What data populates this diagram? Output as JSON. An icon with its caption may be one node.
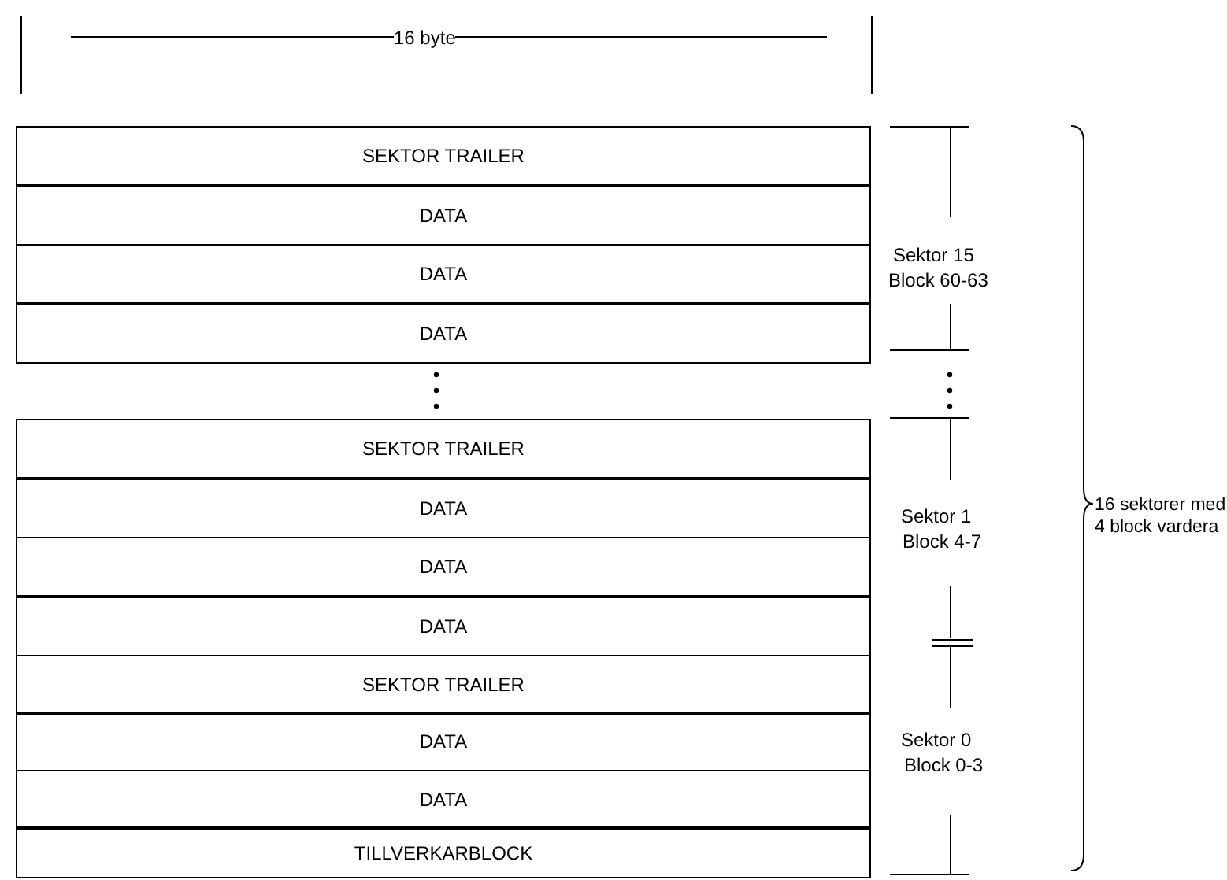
{
  "diagram": {
    "nodes": [
      {
        "text": [
          "SEKTOR TRAILER"
        ]
      },
      {
        "text": [
          "DATA"
        ]
      },
      {
        "text": [
          "DATA"
        ]
      },
      {
        "text": [
          "DATA"
        ]
      },
      {
        "text": [
          "SEKTOR TRAILER"
        ]
      },
      {
        "text": [
          "DATA"
        ]
      },
      {
        "text": [
          "DATA"
        ]
      },
      {
        "text": [
          "DATA"
        ]
      },
      {
        "text": [
          "SEKTOR TRAILER"
        ]
      },
      {
        "text": [
          "DATA"
        ]
      },
      {
        "text": [
          "DATA"
        ]
      },
      {
        "text": [
          "TILLVERKARBLOCK"
        ]
      }
    ],
    "labels": [
      "16 byte",
      "Sektor 15",
      "Block 60-63",
      "Sektor 1",
      "Block 4-7",
      "16 sektorer med 4 block vardera",
      "Sektor 0",
      "Block 0-3"
    ]
  }
}
